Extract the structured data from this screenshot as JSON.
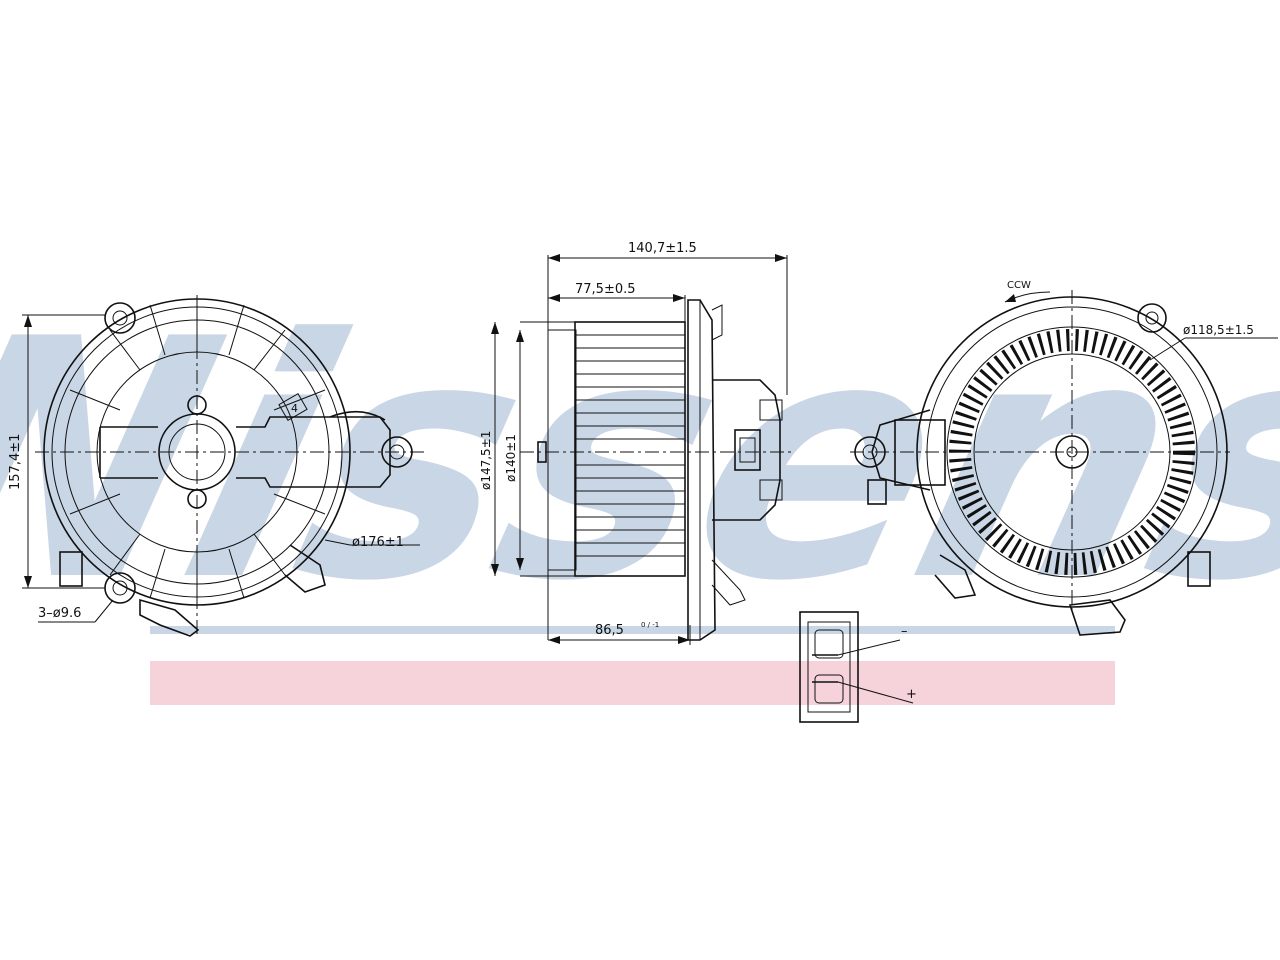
{
  "brand": {
    "watermark_text": "Nissens",
    "watermark_color": "#c9d6e6",
    "band_color": "#f6d3da",
    "line_color": "#111111"
  },
  "front_view": {
    "dim_height": "157,4±1",
    "dim_diameter": "ø176±1",
    "dim_holes": "3–ø9.6",
    "small_label": "4"
  },
  "side_view": {
    "dim_total_length": "140,7±1.5",
    "dim_fan_length": "77,5±0.5",
    "dim_mount_offset": "86,5",
    "dim_mount_offset_tol": "0 / -1",
    "dim_outer_diameter": "ø147,5±1",
    "dim_inner_diameter": "ø140±1"
  },
  "rear_view": {
    "rotation_label": "CCW",
    "dim_diameter": "ø118,5±1.5"
  },
  "connector": {
    "minus_label": "–",
    "plus_label": "+"
  }
}
